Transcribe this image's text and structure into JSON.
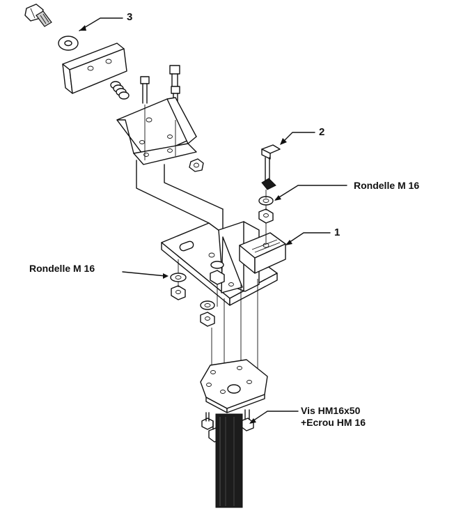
{
  "labels": {
    "callout_1": "1",
    "callout_2": "2",
    "callout_3": "3",
    "rondelle_right": "Rondelle M 16",
    "rondelle_left": "Rondelle M 16",
    "vis_line1": "Vis HM16x50",
    "vis_line2": "+Ecrou HM 16"
  }
}
